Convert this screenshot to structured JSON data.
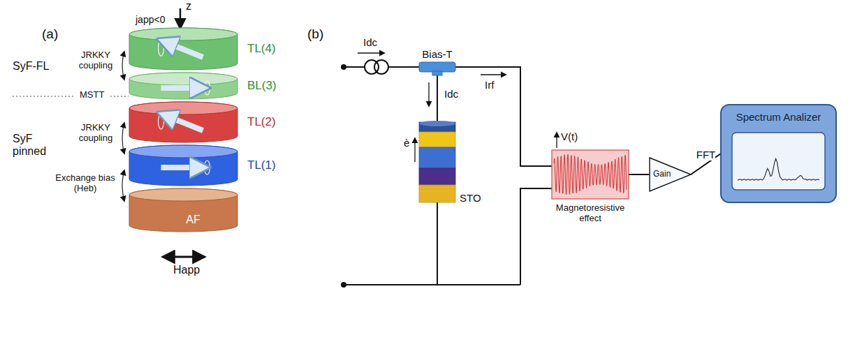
{
  "diagram": {
    "nodes": [
      {
        "text": [
          "TL(4)"
        ]
      },
      {
        "text": [
          "BL(3)"
        ]
      },
      {
        "text": [
          "TL(2)"
        ]
      },
      {
        "text": [
          "TL(1)"
        ]
      },
      {
        "text": [
          "AF"
        ]
      },
      {
        "text": [
          "Bias-T"
        ]
      },
      {
        "text": [
          "STO"
        ]
      },
      {
        "text": [
          "Magnetoresistive effect"
        ]
      },
      {
        "text": [
          "Gain"
        ]
      },
      {
        "text": [
          "Spectrum Analizer"
        ]
      }
    ],
    "edges": [
      {
        "from": 5,
        "to": 6,
        "arrow": "none"
      },
      {
        "from": 5,
        "to": 7,
        "arrow": "none"
      },
      {
        "from": 7,
        "to": 8,
        "arrow": "none"
      },
      {
        "from": 8,
        "to": 9,
        "arrow": "none",
        "label": "FFT"
      }
    ],
    "labels": [
      "(a)",
      "z",
      "japp<0",
      "SyF-FL",
      "JRKKY coupling",
      "MSTT",
      "SyF pinned",
      "JRKKY coupling",
      "Exchange bias (Heb)",
      "Happ",
      "(b)",
      "Idc",
      "Irf",
      "Idc",
      "è",
      "V(t)"
    ]
  }
}
